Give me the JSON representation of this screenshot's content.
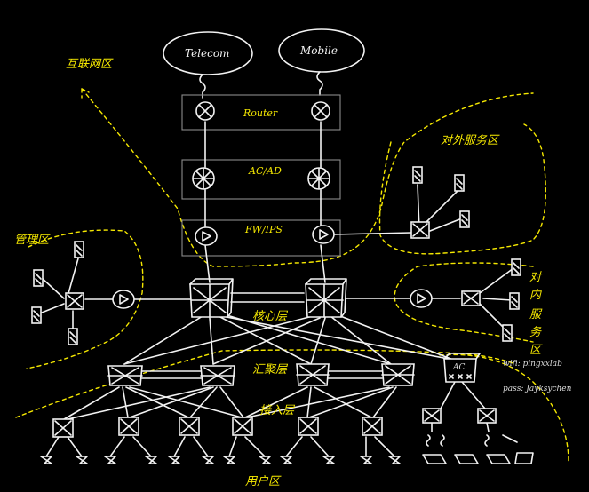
{
  "labels": {
    "internet_zone": "互联网区",
    "external_service_zone": "对外服务区",
    "management_zone": "管理区",
    "internal_service_zone": [
      "对",
      "内",
      "服",
      "务",
      "区"
    ],
    "core_layer": "核心层",
    "aggregation_layer": "汇聚层",
    "access_layer": "接入层",
    "user_zone": "用户区",
    "router_row": "Router",
    "acad_row": "AC/AD",
    "fwips_row": "FW/IPS",
    "ac_box": "AC",
    "telecom": "Telecom",
    "mobile": "Mobile",
    "wifi": "wifi: pingxxlab",
    "pass": "pass: Jayksychen"
  },
  "colors": {
    "background": "#000000",
    "ink": "#f2f2f2",
    "zone": "#f5e800",
    "frame": "#8a8a8a"
  }
}
